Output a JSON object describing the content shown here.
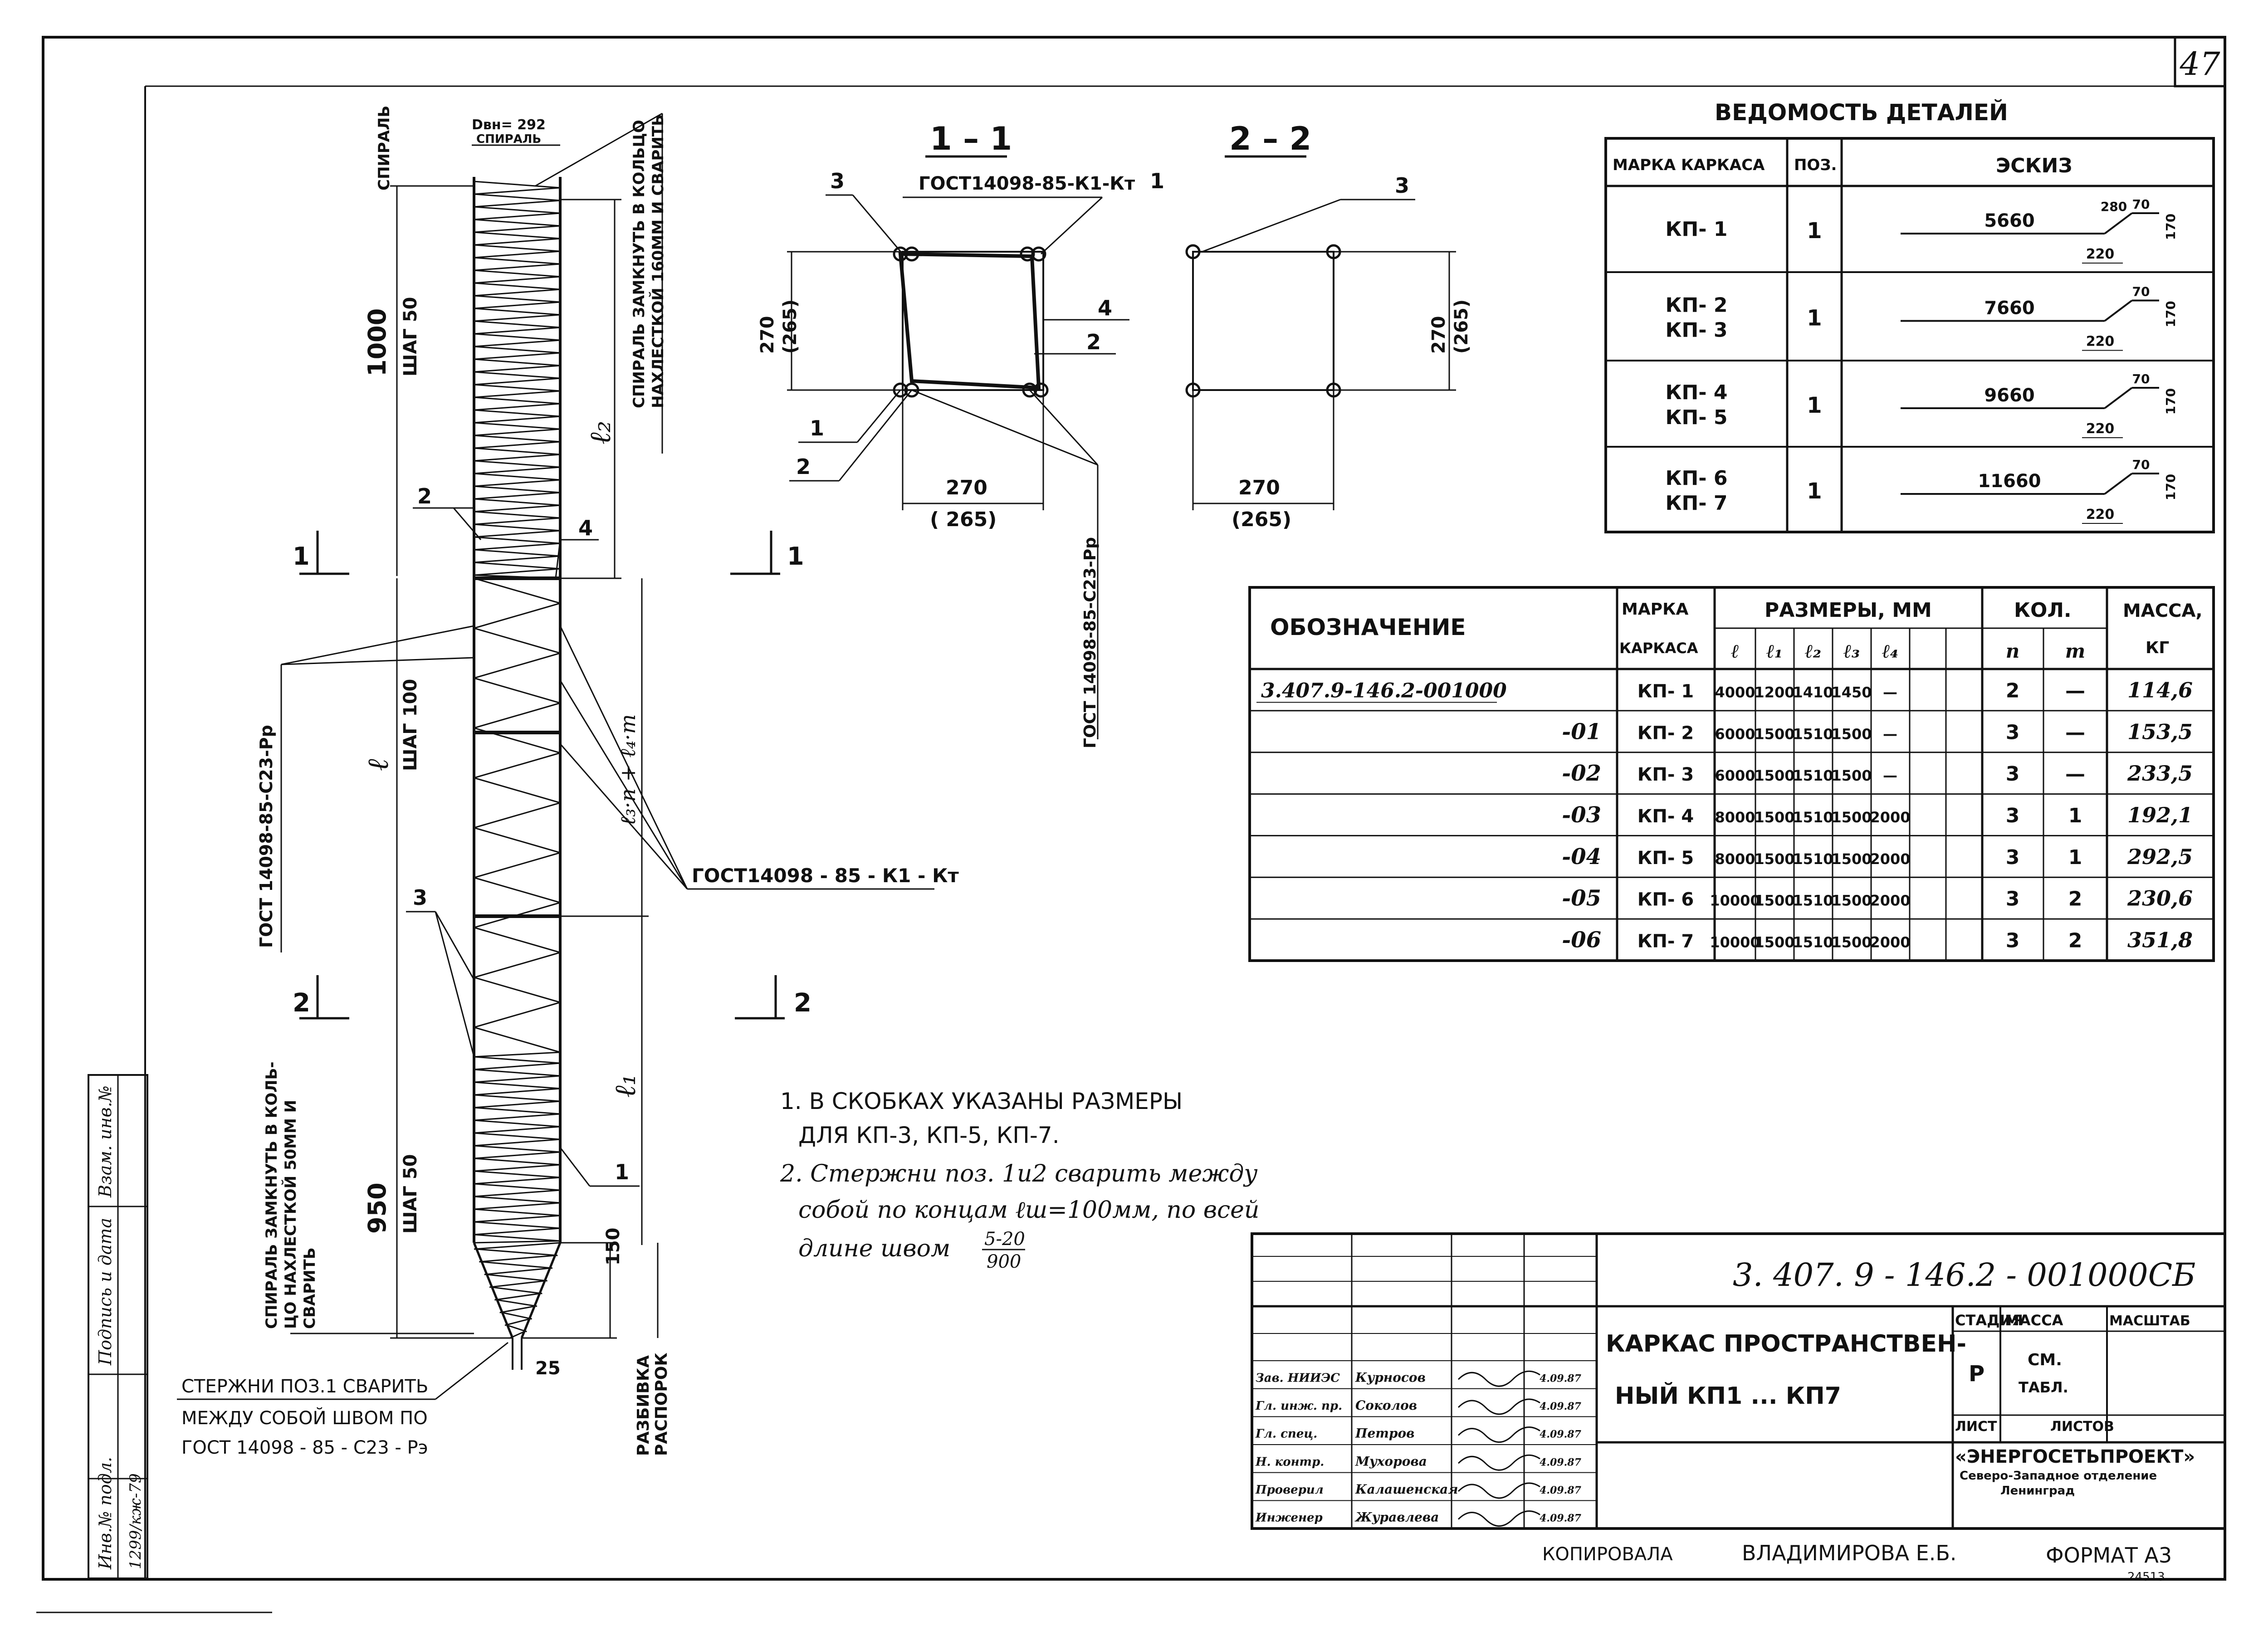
{
  "sheet_number": "47",
  "section_labels": {
    "sec1": "1 – 1",
    "sec2": "2 – 2"
  },
  "pile": {
    "spiral_label": "СПИРАЛЬ",
    "diameter_label": "Dвн= 292",
    "diameter_sub": "СПИРАЛЬ",
    "top_length": "1000",
    "top_pitch": "ШАГ 50",
    "spiral_close_note_1": "СПИРАЛЬ ЗАМКНУТЬ В КОЛЬЦО",
    "spiral_close_note_2": "НАХЛЕСТКОЙ 160ММ И СВАРИТЬ",
    "l2": "ℓ₂",
    "l": "ℓ",
    "mid_pitch": "ШАГ 100",
    "formula": "ℓ₃·n + ℓ₄·m",
    "l1": "ℓ₁",
    "bottom_length": "950",
    "bottom_pitch": "ШАГ 50",
    "tip_length": "150",
    "tip_gap": "25",
    "gost_rod": "ГОСТ 14098-85-С23-Рр",
    "gost_k1": "ГОСТ14098 - 85 - К1 - Кт",
    "callouts": [
      "2",
      "4",
      "3",
      "1"
    ],
    "section_mark_1": "1",
    "section_mark_2": "2",
    "spiral_bottom_note_1": "СПИРАЛЬ ЗАМКНУТЬ В КОЛЬ-",
    "spiral_bottom_note_2": "ЦО НАХЛЕСТКОЙ 50ММ И",
    "spiral_bottom_note_3": "СВАРИТЬ",
    "razbivka_1": "РАЗБИВКА",
    "razbivka_2": "РАСПОРОК",
    "weld_note_1": "СТЕРЖНИ ПОЗ.1 СВАРИТЬ",
    "weld_note_2": "МЕЖДУ СОБОЙ ШВОМ ПО",
    "weld_note_3": "ГОСТ 14098 - 85 - С23 - Рэ"
  },
  "section1": {
    "gost_top": "ГОСТ14098-85-К1-Кт",
    "gost_diag": "ГОСТ 14098-85-С23-Рр",
    "callouts": [
      "3",
      "1",
      "4",
      "2",
      "1",
      "2"
    ],
    "height": "270",
    "height_alt": "(265)",
    "width": "270",
    "width_alt": "( 265)"
  },
  "section2": {
    "callout": "3",
    "height": "270",
    "height_alt": "(265)",
    "width": "270",
    "width_alt": "(265)"
  },
  "details_table": {
    "title": "ВЕДОМОСТЬ ДЕТАЛЕЙ",
    "headers": [
      "МАРКА КАРКАСА",
      "ПОЗ.",
      "ЭСКИЗ"
    ],
    "rows": [
      {
        "marks": [
          "КП- 1"
        ],
        "pos": "1",
        "length": "5660",
        "a": "220",
        "b": "70",
        "c": "280",
        "d": "170"
      },
      {
        "marks": [
          "КП- 2",
          "КП- 3"
        ],
        "pos": "1",
        "length": "7660",
        "a": "220",
        "b": "70",
        "c": "",
        "d": "170"
      },
      {
        "marks": [
          "КП- 4",
          "КП- 5"
        ],
        "pos": "1",
        "length": "9660",
        "a": "220",
        "b": "70",
        "c": "",
        "d": "170"
      },
      {
        "marks": [
          "КП- 6",
          "КП- 7"
        ],
        "pos": "1",
        "length": "11660",
        "a": "220",
        "b": "70",
        "c": "",
        "d": "170"
      }
    ]
  },
  "main_table": {
    "h_designation": "ОБОЗНАЧЕНИЕ",
    "h_mark_1": "МАРКА",
    "h_mark_2": "КАРКАСА",
    "h_sizes": "РАЗМЕРЫ, ММ",
    "h_qty": "КОЛ.",
    "h_mass_1": "МАССА,",
    "h_mass_2": "КГ",
    "sub_headers": [
      "ℓ",
      "ℓ₁",
      "ℓ₂",
      "ℓ₃",
      "ℓ₄",
      "n",
      "m"
    ],
    "rows": [
      {
        "designation": "3.407.9-146.2-001000",
        "mark": "КП- 1",
        "l": "4000",
        "l1": "1200",
        "l2": "1410",
        "l3": "1450",
        "l4": "—",
        "n": "2",
        "m": "—",
        "mass": "114,6"
      },
      {
        "designation": "-01",
        "mark": "КП- 2",
        "l": "6000",
        "l1": "1500",
        "l2": "1510",
        "l3": "1500",
        "l4": "—",
        "n": "3",
        "m": "—",
        "mass": "153,5"
      },
      {
        "designation": "-02",
        "mark": "КП- 3",
        "l": "6000",
        "l1": "1500",
        "l2": "1510",
        "l3": "1500",
        "l4": "—",
        "n": "3",
        "m": "—",
        "mass": "233,5"
      },
      {
        "designation": "-03",
        "mark": "КП- 4",
        "l": "8000",
        "l1": "1500",
        "l2": "1510",
        "l3": "1500",
        "l4": "2000",
        "n": "3",
        "m": "1",
        "mass": "192,1"
      },
      {
        "designation": "-04",
        "mark": "КП- 5",
        "l": "8000",
        "l1": "1500",
        "l2": "1510",
        "l3": "1500",
        "l4": "2000",
        "n": "3",
        "m": "1",
        "mass": "292,5"
      },
      {
        "designation": "-05",
        "mark": "КП- 6",
        "l": "10000",
        "l1": "1500",
        "l2": "1510",
        "l3": "1500",
        "l4": "2000",
        "n": "3",
        "m": "2",
        "mass": "230,6"
      },
      {
        "designation": "-06",
        "mark": "КП- 7",
        "l": "10000",
        "l1": "1500",
        "l2": "1510",
        "l3": "1500",
        "l4": "2000",
        "n": "3",
        "m": "2",
        "mass": "351,8"
      }
    ]
  },
  "notes": {
    "n1_l1": "1. В СКОБКАХ УКАЗАНЫ РАЗМЕРЫ",
    "n1_l2": "ДЛЯ КП-3, КП-5, КП-7.",
    "n2_l1": "2. Стержни поз. 1и2 сварить между",
    "n2_l2": "собой по концам ℓш=100мм, по всей",
    "n2_l3": "длине швом",
    "n2_frac_num": "5-20",
    "n2_frac_den": "900"
  },
  "title_block": {
    "code": "3. 407. 9 - 146.2 - 001000СБ",
    "name_1": "КАРКАС ПРОСТРАНСТВЕН-",
    "name_2": "НЫЙ КП1 ... КП7",
    "stage_h": "СТАДИЯ",
    "mass_h": "МАССА",
    "scale_h": "МАСШТАБ",
    "stage_v": "Р",
    "mass_v_1": "СМ.",
    "mass_v_2": "ТАБЛ.",
    "sheet_h": "ЛИСТ",
    "sheets_h": "ЛИСТОВ",
    "org_1": "«ЭНЕРГОСЕТЬПРОЕКТ»",
    "org_2": "Северо-Западное отделение",
    "org_3": "Ленинград",
    "signers": [
      {
        "role": "Зав. НИИЭС",
        "name": "Курносов",
        "date": "4.09.87"
      },
      {
        "role": "Гл. инж. пр.",
        "name": "Соколов",
        "date": "4.09.87"
      },
      {
        "role": "Гл. спец.",
        "name": "Петров",
        "date": "4.09.87"
      },
      {
        "role": "Н. контр.",
        "name": "Мухорова",
        "date": "4.09.87"
      },
      {
        "role": "Проверил",
        "name": "Калашенская",
        "date": "4.09.87"
      },
      {
        "role": "Инженер",
        "name": "Журавлева",
        "date": "4.09.87"
      }
    ],
    "copied": "КОПИРОВАЛА",
    "copier": "ВЛАДИМИРОВА Е.Б.",
    "format": "ФОРМАТ А3",
    "bottom_code": "24513"
  },
  "margin_stamp": {
    "cells": [
      "Инв.№ подл.",
      "Подпись и дата",
      "Взам. инв.№"
    ],
    "inv_number": "1299/кж-79"
  }
}
